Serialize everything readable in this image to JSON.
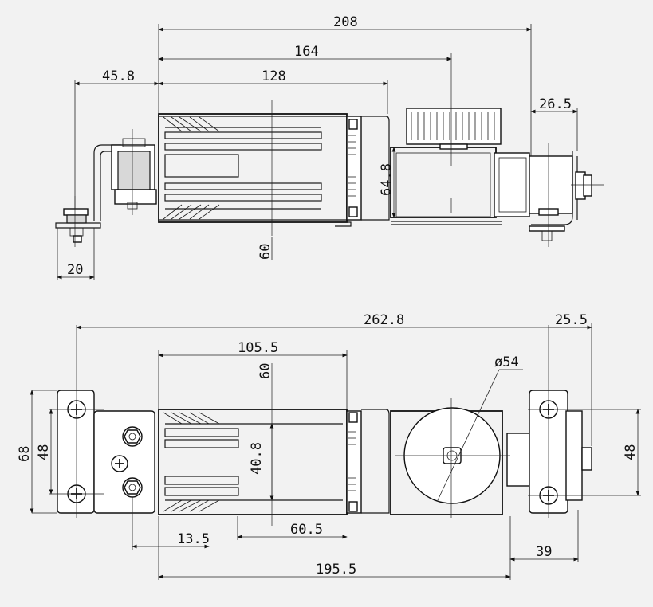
{
  "top_view": {
    "dims": {
      "overall_208": "208",
      "to_center_164": "164",
      "body_128": "128",
      "bracket_offset": "45.8",
      "right_bracket": "26.5",
      "height_648": "64.8",
      "height_60": "60",
      "bracket_width": "20"
    }
  },
  "front_view": {
    "dims": {
      "overall_2628": "262.8",
      "body_1055": "105.5",
      "right_bracket_255": "25.5",
      "pulley_dia": "ø54",
      "height_60": "60",
      "height_408": "40.8",
      "height_68": "68",
      "hole_48_left": "48",
      "hole_48_right": "48",
      "offset_135": "13.5",
      "offset_605": "60.5",
      "right_39": "39",
      "base_1955": "195.5"
    }
  }
}
